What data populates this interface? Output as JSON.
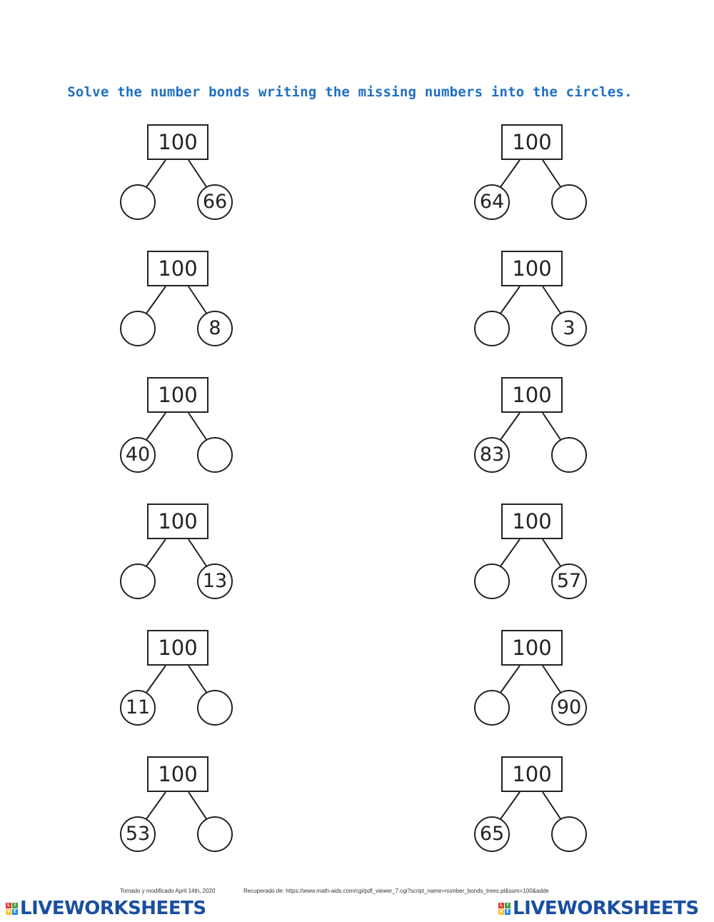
{
  "instructions": "Solve the number bonds writing the missing numbers into the circles.",
  "colors": {
    "title": "#1f6fc1",
    "brand": "#1a4fa0",
    "line": "#222222"
  },
  "bonds": [
    {
      "whole": "100",
      "left": "",
      "right": "66"
    },
    {
      "whole": "100",
      "left": "64",
      "right": ""
    },
    {
      "whole": "100",
      "left": "",
      "right": "8"
    },
    {
      "whole": "100",
      "left": "",
      "right": "3"
    },
    {
      "whole": "100",
      "left": "40",
      "right": ""
    },
    {
      "whole": "100",
      "left": "83",
      "right": ""
    },
    {
      "whole": "100",
      "left": "",
      "right": "13"
    },
    {
      "whole": "100",
      "left": "",
      "right": "57"
    },
    {
      "whole": "100",
      "left": "11",
      "right": ""
    },
    {
      "whole": "100",
      "left": "",
      "right": "90"
    },
    {
      "whole": "100",
      "left": "53",
      "right": ""
    },
    {
      "whole": "100",
      "left": "65",
      "right": ""
    }
  ],
  "footer": {
    "credit": "Tomado y modificado April 14th, 2020",
    "source": "Recuperado de: https://www.math-aids.com/cgi/pdf_viewer_7.cgi?script_name=number_bonds_trees.pl&sum=100&adde"
  },
  "brand": {
    "name": "LIVEWORKSHEETS",
    "logo_letters": [
      "L",
      "I",
      "V",
      "E"
    ]
  }
}
